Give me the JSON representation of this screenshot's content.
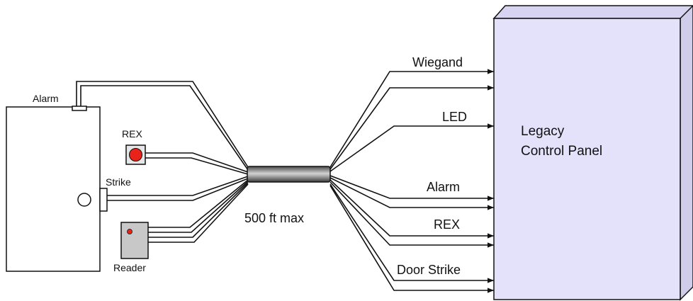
{
  "door": {
    "alarm_label": "Alarm",
    "rex_label": "REX",
    "strike_label": "Strike",
    "reader_label": "Reader"
  },
  "cable": {
    "length_label": "500 ft max"
  },
  "panel": {
    "title_line1": "Legacy",
    "title_line2": "Control Panel"
  },
  "signals": {
    "wiegand": "Wiegand",
    "led": "LED",
    "alarm": "Alarm",
    "rex": "REX",
    "door_strike": "Door Strike"
  },
  "colors": {
    "line": "#111111",
    "panel_fill": "#e4e2fb",
    "rex_button": "#e8231a",
    "reader_led": "#e8231a",
    "reader_body": "#c8c8c8",
    "cable_mid": "#bdbdbd"
  }
}
